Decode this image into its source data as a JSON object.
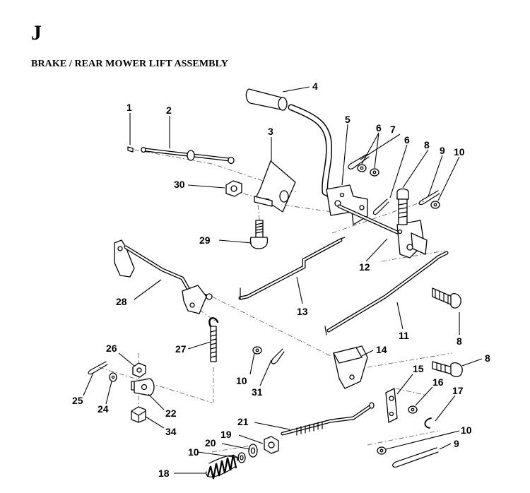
{
  "section": {
    "letter": "J",
    "title": "BRAKE / REAR MOWER LIFT ASSEMBLY"
  },
  "callouts": [
    {
      "id": "c1",
      "label": "1"
    },
    {
      "id": "c2",
      "label": "2"
    },
    {
      "id": "c3",
      "label": "3"
    },
    {
      "id": "c4",
      "label": "4"
    },
    {
      "id": "c5",
      "label": "5"
    },
    {
      "id": "c6a",
      "label": "6"
    },
    {
      "id": "c6b",
      "label": "6"
    },
    {
      "id": "c7",
      "label": "7"
    },
    {
      "id": "c8a",
      "label": "8"
    },
    {
      "id": "c8b",
      "label": "8"
    },
    {
      "id": "c8c",
      "label": "8"
    },
    {
      "id": "c9a",
      "label": "9"
    },
    {
      "id": "c9b",
      "label": "9"
    },
    {
      "id": "c10a",
      "label": "10"
    },
    {
      "id": "c10b",
      "label": "10"
    },
    {
      "id": "c10c",
      "label": "10"
    },
    {
      "id": "c10d",
      "label": "10"
    },
    {
      "id": "c11",
      "label": "11"
    },
    {
      "id": "c12",
      "label": "12"
    },
    {
      "id": "c13",
      "label": "13"
    },
    {
      "id": "c14",
      "label": "14"
    },
    {
      "id": "c15",
      "label": "15"
    },
    {
      "id": "c16",
      "label": "16"
    },
    {
      "id": "c17",
      "label": "17"
    },
    {
      "id": "c18",
      "label": "18"
    },
    {
      "id": "c19",
      "label": "19"
    },
    {
      "id": "c20",
      "label": "20"
    },
    {
      "id": "c21",
      "label": "21"
    },
    {
      "id": "c22",
      "label": "22"
    },
    {
      "id": "c24",
      "label": "24"
    },
    {
      "id": "c25",
      "label": "25"
    },
    {
      "id": "c26",
      "label": "26"
    },
    {
      "id": "c27",
      "label": "27"
    },
    {
      "id": "c28",
      "label": "28"
    },
    {
      "id": "c29",
      "label": "29"
    },
    {
      "id": "c30",
      "label": "30"
    },
    {
      "id": "c31",
      "label": "31"
    },
    {
      "id": "c34",
      "label": "34"
    }
  ]
}
